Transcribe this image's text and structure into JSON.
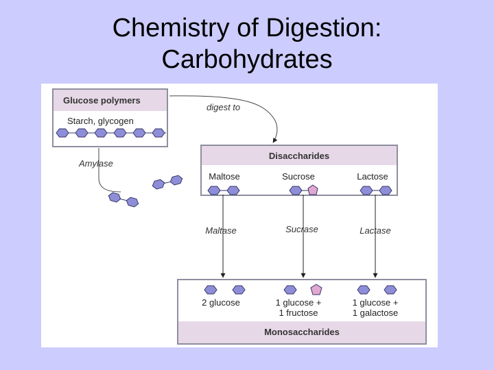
{
  "title": {
    "line1": "Chemistry of Digestion:",
    "line2": "Carbohydrates"
  },
  "diagram": {
    "glucose_polymers": {
      "header": "Glucose polymers",
      "subtitle": "Starch, glycogen"
    },
    "digest_to": "digest to",
    "amylase": "Amylase",
    "disaccharides": {
      "header": "Disaccharides",
      "items": [
        "Maltose",
        "Sucrose",
        "Lactose"
      ]
    },
    "enzymes": [
      "Maltase",
      "Sucrase",
      "Lactase"
    ],
    "monosaccharides": {
      "header": "Monosaccharides",
      "items": [
        {
          "line1": "2 glucose",
          "line2": ""
        },
        {
          "line1": "1 glucose +",
          "line2": "1 fructose"
        },
        {
          "line1": "1 glucose +",
          "line2": "1 galactose"
        }
      ]
    },
    "colors": {
      "glucose": "#8e8ed8",
      "fructose": "#e0a8d0",
      "header_band": "#e6d8e6",
      "outline": "#333366"
    }
  }
}
